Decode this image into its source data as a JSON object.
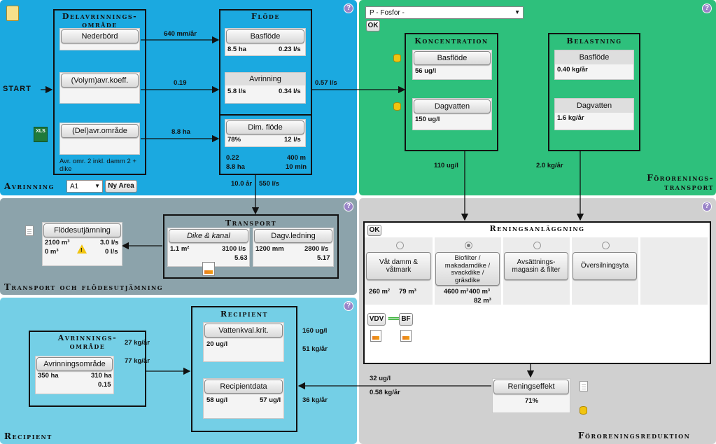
{
  "avrinning": {
    "title": "Avrinning",
    "box_title": "Delavrinnings-område",
    "btn_nederbord": "Nederbörd",
    "btn_avrkoeff": "(Volym)avr.koeff.",
    "btn_delavr": "(Del)avr.område",
    "desc": "Avr. omr. 2 inkl. damm 2 + dike",
    "start": "START",
    "select_value": "A1",
    "ny_area": "Ny Area",
    "xls_label": "XLS",
    "arrow1": "640 mm/år",
    "arrow2": "0.19",
    "arrow3": "8.8 ha",
    "arrow_out": "0.57 l/s",
    "bottom_left": "10.0 år",
    "bottom_right": "550 l/s"
  },
  "flode": {
    "title": "Flöde",
    "basflode": {
      "label": "Basflöde",
      "a": "8.5 ha",
      "b": "0.23 l/s"
    },
    "avrinning": {
      "label": "Avrinning",
      "a": "5.8 l/s",
      "b": "0.34 l/s"
    },
    "dim": {
      "label": "Dim. flöde",
      "a": "78%",
      "b": "12 l/s",
      "c": "0.22",
      "d": "400 m",
      "e": "8.8 ha",
      "f": "10 min"
    }
  },
  "fororening": {
    "title": "Förorenings-transport",
    "select_value": "P - Fosfor -",
    "ok": "OK",
    "konc_title": "Koncentration",
    "konc_bas": {
      "label": "Basflöde",
      "v": "56 ug/l"
    },
    "konc_dag": {
      "label": "Dagvatten",
      "v": "150 ug/l"
    },
    "bel_title": "Belastning",
    "bel_bas": {
      "label": "Basflöde",
      "v": "0.40 kg/år"
    },
    "bel_dag": {
      "label": "Dagvatten",
      "v": "1.6 kg/år"
    },
    "arrow_konc": "110 ug/l",
    "arrow_bel": "2.0 kg/år"
  },
  "transport": {
    "title": "Transport och flödesutjämning",
    "box_title": "Transport",
    "dike": {
      "label": "Dike & kanal",
      "a": "1.1 m²",
      "b": "3100 l/s",
      "c": "5.63"
    },
    "dagv": {
      "label": "Dagv.ledning",
      "a": "1200 mm",
      "b": "2800 l/s",
      "c": "5.17"
    },
    "floj": {
      "label": "Flödesutjämning",
      "a": "2100 m³",
      "b": "3.0 l/s",
      "c": "0 m³",
      "d": "0 l/s"
    }
  },
  "rening": {
    "title": "Föroreningsreduktion",
    "ok": "OK",
    "box_title": "Reningsanläggning",
    "opt1": {
      "label": "Våt damm & våtmark",
      "a": "260 m²",
      "b": "79 m³"
    },
    "opt2": {
      "label": "Biofilter / makadamdike / svackdike / gräsdike",
      "a": "4600 m²",
      "b": "400 m³",
      "c": "82 m³"
    },
    "opt3": {
      "label": "Avsättnings-magasin & filter"
    },
    "opt4": {
      "label": "Översilningsyta"
    },
    "vdv": "VDV",
    "bf": "BF",
    "effekt": {
      "label": "Reningseffekt",
      "v": "71%"
    },
    "arrow_top": "32 ug/l",
    "arrow_bottom": "0.58 kg/år"
  },
  "recipient": {
    "title": "Recipient",
    "box_title": "Recipient",
    "vk": {
      "label": "Vattenkval.krit.",
      "v": "20 ug/l"
    },
    "rd": {
      "label": "Recipientdata",
      "a": "58 ug/l",
      "b": "57 ug/l"
    },
    "right1": "160 ug/l",
    "right2": "51 kg/år",
    "right3": "36 kg/år",
    "avr_title": "Avrinnings-område",
    "avr": {
      "label": "Avrinningsområde",
      "a": "350 ha",
      "b": "310 ha",
      "c": "0.15"
    },
    "arrow1": "27 kg/år",
    "arrow2": "77 kg/år"
  },
  "help": "?",
  "colors": {
    "avrinning": "#1ba9e0",
    "fororening": "#2ec07c",
    "transport": "#8ca3ab",
    "recipient": "#74cfe6",
    "rening": "#d0d0d0"
  }
}
